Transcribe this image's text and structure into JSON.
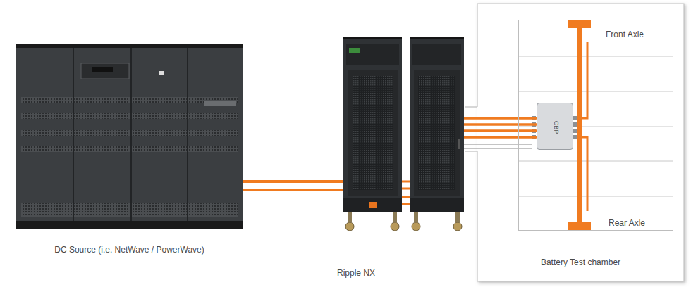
{
  "diagram": {
    "nodes": [
      {
        "text": [
          "DC Source (i.e. NetWave / PowerWave)"
        ]
      },
      {
        "text": [
          "Ripple NX"
        ]
      },
      {
        "text": [
          "Battery Test chamber"
        ]
      },
      {
        "text": [
          "Front Axle",
          "Rear Axle"
        ],
        "in": 2
      },
      {
        "text": [
          "CBP"
        ],
        "in": 3
      }
    ],
    "edges": [
      {
        "from": 0,
        "to": 1,
        "arrow": "none"
      },
      {
        "from": 1,
        "to": 4,
        "arrow": "none"
      }
    ]
  }
}
